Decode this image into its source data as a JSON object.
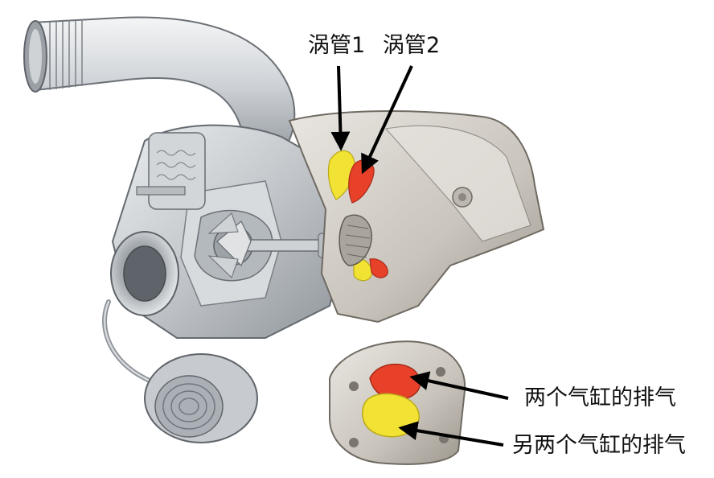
{
  "labels": {
    "scroll_1": "涡管1",
    "scroll_2": "涡管2",
    "exhaust_a": "两个气缸的排气",
    "exhaust_b": "另两个气缸的排气"
  },
  "colors": {
    "scroll_1_fill": "#f2e234",
    "scroll_2_fill": "#e8412a",
    "metal_light": "#e6e8ea",
    "metal_mid": "#b9bdc2",
    "metal_dark": "#7b8087",
    "arrow": "#000000"
  }
}
